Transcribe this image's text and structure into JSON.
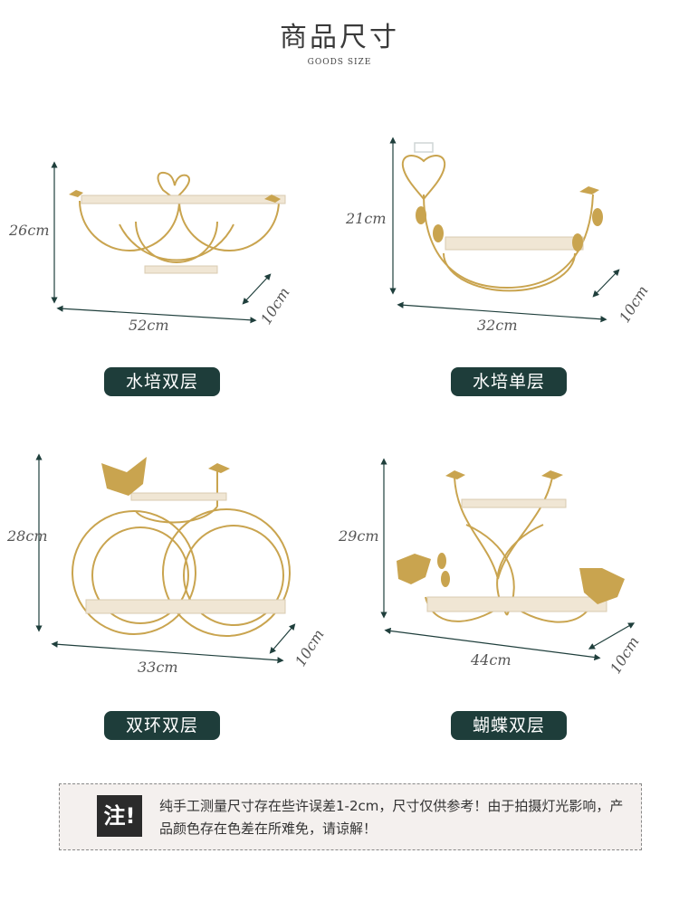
{
  "header": {
    "title": "商品尺寸",
    "subtitle": "GOODS SIZE"
  },
  "products": [
    {
      "label": "水培双层",
      "height": "26cm",
      "width": "52cm",
      "depth": "10cm"
    },
    {
      "label": "水培单层",
      "height": "21cm",
      "width": "32cm",
      "depth": "10cm"
    },
    {
      "label": "双环双层",
      "height": "28cm",
      "width": "33cm",
      "depth": "10cm"
    },
    {
      "label": "蝴蝶双层",
      "height": "29cm",
      "width": "44cm",
      "depth": "10cm"
    }
  ],
  "note": {
    "mark": "注!",
    "text": "纯手工测量尺寸存在些许误差1-2cm，尺寸仅供参考！由于拍摄灯光影响，产品颜色存在色差在所难免，请谅解！"
  },
  "colors": {
    "gold": "#c9a44f",
    "wood": "#f0e6d4",
    "badge": "#1e3d3a",
    "arrow": "#1f3f3c"
  }
}
